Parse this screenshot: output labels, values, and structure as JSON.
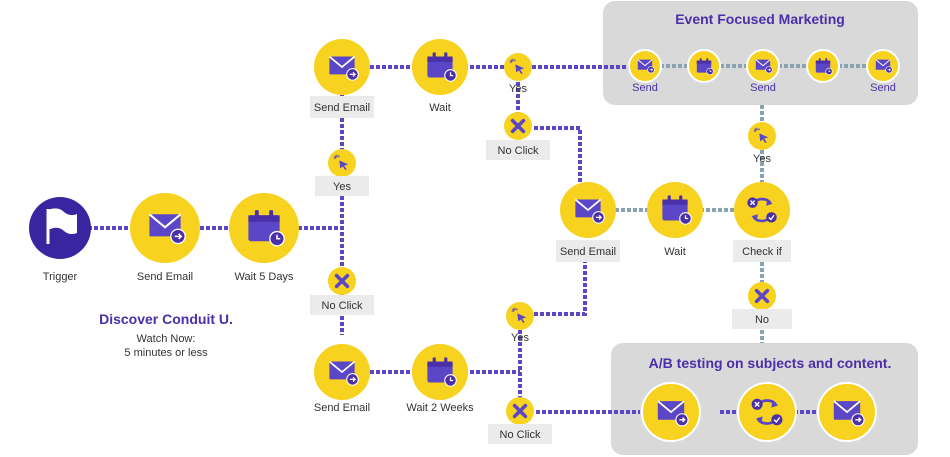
{
  "colors": {
    "yellow": "#f7d21e",
    "purple": "#4a2fa8",
    "box": "#d9d9d9"
  },
  "groups": {
    "event": "Event Focused Marketing",
    "ab": "A/B testing on subjects and content."
  },
  "labels": {
    "trigger": "Trigger",
    "send1": "Send Email",
    "wait5": "Wait 5 Days",
    "upper_send": "Send Email",
    "upper_wait": "Wait",
    "yes_up": "Yes",
    "noclick_up": "No Click",
    "yes_mid": "Yes",
    "noclick_mid": "No Click",
    "lower_send": "Send Email",
    "wait2w": "Wait 2 Weeks",
    "yes_low": "Yes",
    "noclick_low": "No Click",
    "mid_send": "Send Email",
    "mid_wait": "Wait",
    "check": "Check if",
    "yes_check": "Yes",
    "no_check": "No",
    "ev_send1": "Send",
    "ev_send2": "Send",
    "ev_send3": "Send"
  },
  "promo": {
    "title": "Discover Conduit U.",
    "line1": "Watch Now:",
    "line2": "5 minutes or less"
  }
}
